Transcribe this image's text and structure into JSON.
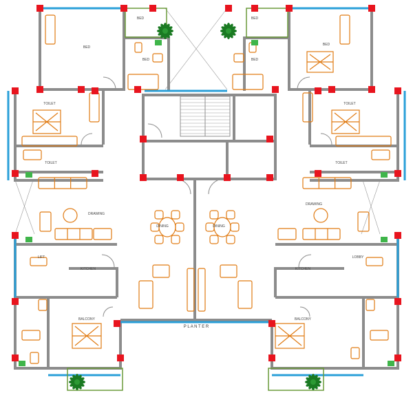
{
  "colors": {
    "wall": "#8c8c8c",
    "window": "#2a9fd8",
    "column": "#e8141e",
    "furniture": "#e07a12",
    "balcony": "#6a9a3a",
    "plant": "#1a7a22",
    "tile": "#3fb54a",
    "background": "#ffffff"
  },
  "plan": {
    "planter_label": "P L A N T E R",
    "tiny_labels": [
      "BED",
      "BED",
      "BED",
      "BED",
      "BED",
      "BED",
      "TOILET",
      "TOILET",
      "TOILET",
      "TOILET",
      "DRAWING",
      "DRAWING",
      "DINING",
      "DINING",
      "KITCHEN",
      "KITCHEN",
      "LIFT",
      "LOBBY",
      "BALCONY",
      "BALCONY"
    ]
  }
}
